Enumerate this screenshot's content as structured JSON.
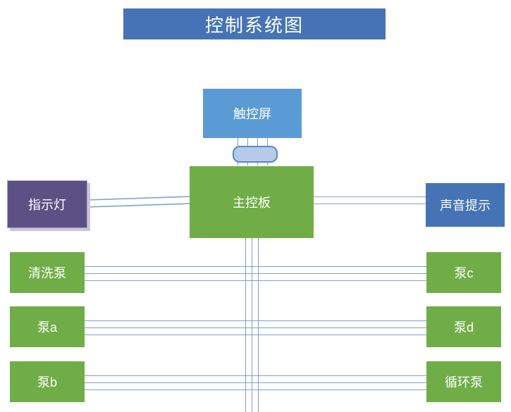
{
  "title": {
    "text": "控制系统图"
  },
  "nodes": {
    "touchscreen": {
      "label": "触控屏"
    },
    "main_board": {
      "label": "主控板"
    },
    "indicator_light": {
      "label": "指示灯"
    },
    "sound_prompt": {
      "label": "声音提示"
    },
    "wash_pump": {
      "label": "清洗泵"
    },
    "pump_a": {
      "label": "泵a"
    },
    "pump_b": {
      "label": "泵b"
    },
    "pump_c": {
      "label": "泵c"
    },
    "pump_d": {
      "label": "泵d"
    },
    "circulation_pump": {
      "label": "循环泵"
    }
  },
  "colors": {
    "title_banner": "#4573b5",
    "green_node": "#70ad47",
    "light_blue_node": "#5b9bd5",
    "dark_blue_node": "#4573b5",
    "purple_node": "#5b5185",
    "wire": "#7d9fd0",
    "connector_fill": "#b6cbe6",
    "connector_border": "#5b87c4",
    "background": "#ffffff"
  },
  "connectors": {
    "ribbon_connector": "ribbon-connector"
  }
}
